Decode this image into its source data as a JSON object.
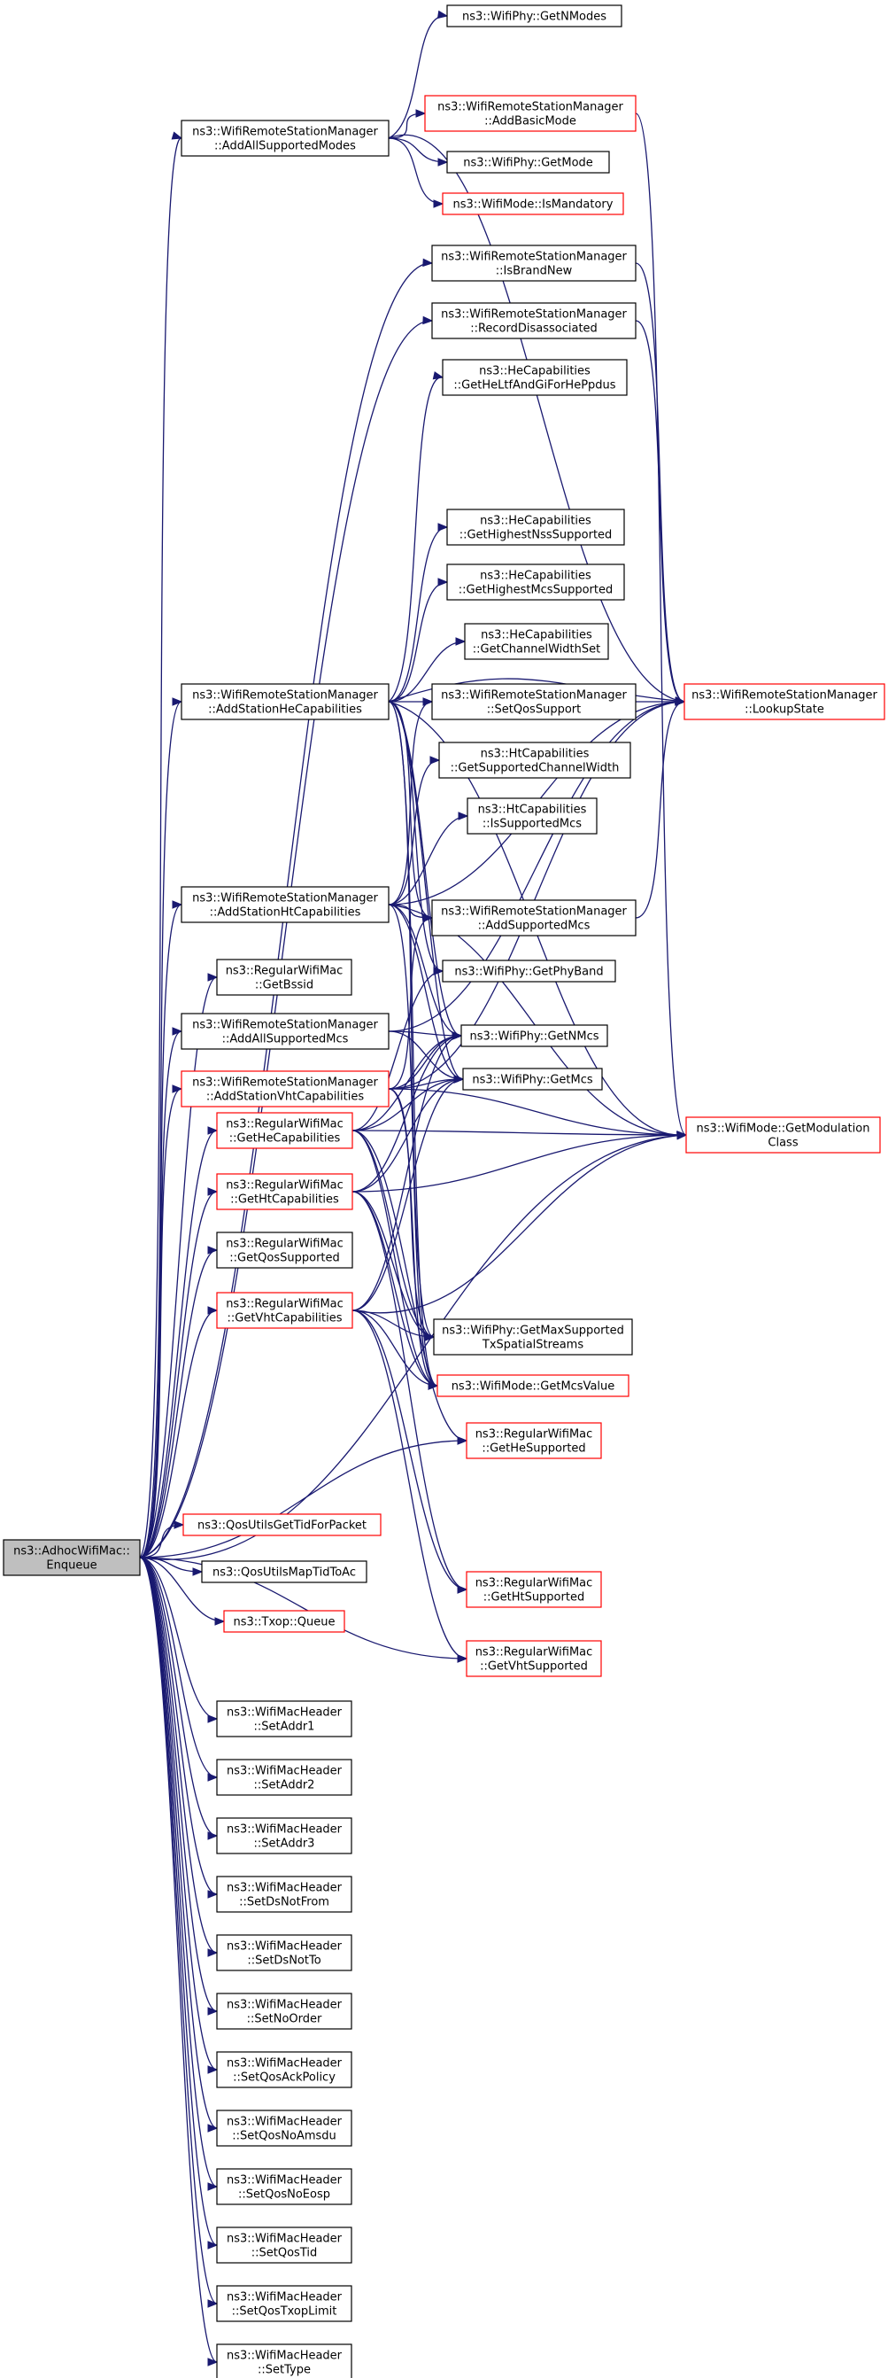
{
  "diagram": {
    "root": {
      "lines": [
        "ns3::AdhocWifiMac::",
        "Enqueue"
      ]
    },
    "nodes": [
      {
        "id": "getnmodes",
        "lines": [
          "ns3::WifiPhy::GetNModes"
        ],
        "border": "black"
      },
      {
        "id": "addbasicmode",
        "lines": [
          "ns3::WifiRemoteStationManager",
          "::AddBasicMode"
        ],
        "border": "red"
      },
      {
        "id": "addallsupportedmodes",
        "lines": [
          "ns3::WifiRemoteStationManager",
          "::AddAllSupportedModes"
        ],
        "border": "black"
      },
      {
        "id": "getmode",
        "lines": [
          "ns3::WifiPhy::GetMode"
        ],
        "border": "black"
      },
      {
        "id": "ismandatory",
        "lines": [
          "ns3::WifiMode::IsMandatory"
        ],
        "border": "red"
      },
      {
        "id": "isbrandnew",
        "lines": [
          "ns3::WifiRemoteStationManager",
          "::IsBrandNew"
        ],
        "border": "black"
      },
      {
        "id": "recorddisassociated",
        "lines": [
          "ns3::WifiRemoteStationManager",
          "::RecordDisassociated"
        ],
        "border": "black"
      },
      {
        "id": "getheltf",
        "lines": [
          "ns3::HeCapabilities",
          "::GetHeLtfAndGiForHePpdus"
        ],
        "border": "black"
      },
      {
        "id": "gethighestnss",
        "lines": [
          "ns3::HeCapabilities",
          "::GetHighestNssSupported"
        ],
        "border": "black"
      },
      {
        "id": "gethighestmcs",
        "lines": [
          "ns3::HeCapabilities",
          "::GetHighestMcsSupported"
        ],
        "border": "black"
      },
      {
        "id": "getchannelwidthset",
        "lines": [
          "ns3::HeCapabilities",
          "::GetChannelWidthSet"
        ],
        "border": "black"
      },
      {
        "id": "addstationhe",
        "lines": [
          "ns3::WifiRemoteStationManager",
          "::AddStationHeCapabilities"
        ],
        "border": "black"
      },
      {
        "id": "setqossupport",
        "lines": [
          "ns3::WifiRemoteStationManager",
          "::SetQosSupport"
        ],
        "border": "black"
      },
      {
        "id": "lookupstate",
        "lines": [
          "ns3::WifiRemoteStationManager",
          "::LookupState"
        ],
        "border": "red"
      },
      {
        "id": "getsupportedchannelwidth",
        "lines": [
          "ns3::HtCapabilities",
          "::GetSupportedChannelWidth"
        ],
        "border": "black"
      },
      {
        "id": "issupportedmcs",
        "lines": [
          "ns3::HtCapabilities",
          "::IsSupportedMcs"
        ],
        "border": "black"
      },
      {
        "id": "addstationht",
        "lines": [
          "ns3::WifiRemoteStationManager",
          "::AddStationHtCapabilities"
        ],
        "border": "black"
      },
      {
        "id": "addsupportedmcs",
        "lines": [
          "ns3::WifiRemoteStationManager",
          "::AddSupportedMcs"
        ],
        "border": "black"
      },
      {
        "id": "getbssid",
        "lines": [
          "ns3::RegularWifiMac",
          "::GetBssid"
        ],
        "border": "black"
      },
      {
        "id": "getphyband",
        "lines": [
          "ns3::WifiPhy::GetPhyBand"
        ],
        "border": "black"
      },
      {
        "id": "addallsupportedmcs",
        "lines": [
          "ns3::WifiRemoteStationManager",
          "::AddAllSupportedMcs"
        ],
        "border": "black"
      },
      {
        "id": "getnmcs",
        "lines": [
          "ns3::WifiPhy::GetNMcs"
        ],
        "border": "black"
      },
      {
        "id": "addstationvht",
        "lines": [
          "ns3::WifiRemoteStationManager",
          "::AddStationVhtCapabilities"
        ],
        "border": "red"
      },
      {
        "id": "getmcs",
        "lines": [
          "ns3::WifiPhy::GetMcs"
        ],
        "border": "black"
      },
      {
        "id": "gethecap",
        "lines": [
          "ns3::RegularWifiMac",
          "::GetHeCapabilities"
        ],
        "border": "red"
      },
      {
        "id": "getmodulationclass",
        "lines": [
          "ns3::WifiMode::GetModulation",
          "Class"
        ],
        "border": "red"
      },
      {
        "id": "gethtcap",
        "lines": [
          "ns3::RegularWifiMac",
          "::GetHtCapabilities"
        ],
        "border": "red"
      },
      {
        "id": "getqossupported",
        "lines": [
          "ns3::RegularWifiMac",
          "::GetQosSupported"
        ],
        "border": "black"
      },
      {
        "id": "getmaxsupported",
        "lines": [
          "ns3::WifiPhy::GetMaxSupported",
          "TxSpatialStreams"
        ],
        "border": "black"
      },
      {
        "id": "getvhtcap",
        "lines": [
          "ns3::RegularWifiMac",
          "::GetVhtCapabilities"
        ],
        "border": "red"
      },
      {
        "id": "getmcsvalue",
        "lines": [
          "ns3::WifiMode::GetMcsValue"
        ],
        "border": "red"
      },
      {
        "id": "gethesupported",
        "lines": [
          "ns3::RegularWifiMac",
          "::GetHeSupported"
        ],
        "border": "red"
      },
      {
        "id": "qosutilsgettid",
        "lines": [
          "ns3::QosUtilsGetTidForPacket"
        ],
        "border": "red"
      },
      {
        "id": "qosutilsmaptid",
        "lines": [
          "ns3::QosUtilsMapTidToAc"
        ],
        "border": "black"
      },
      {
        "id": "gethtsupported",
        "lines": [
          "ns3::RegularWifiMac",
          "::GetHtSupported"
        ],
        "border": "red"
      },
      {
        "id": "txopqueue",
        "lines": [
          "ns3::Txop::Queue"
        ],
        "border": "red"
      },
      {
        "id": "getvhtsupported",
        "lines": [
          "ns3::RegularWifiMac",
          "::GetVhtSupported"
        ],
        "border": "red"
      },
      {
        "id": "setaddr1",
        "lines": [
          "ns3::WifiMacHeader",
          "::SetAddr1"
        ],
        "border": "black"
      },
      {
        "id": "setaddr2",
        "lines": [
          "ns3::WifiMacHeader",
          "::SetAddr2"
        ],
        "border": "black"
      },
      {
        "id": "setaddr3",
        "lines": [
          "ns3::WifiMacHeader",
          "::SetAddr3"
        ],
        "border": "black"
      },
      {
        "id": "setdsnotfrom",
        "lines": [
          "ns3::WifiMacHeader",
          "::SetDsNotFrom"
        ],
        "border": "black"
      },
      {
        "id": "setdsnotto",
        "lines": [
          "ns3::WifiMacHeader",
          "::SetDsNotTo"
        ],
        "border": "black"
      },
      {
        "id": "setnoorder",
        "lines": [
          "ns3::WifiMacHeader",
          "::SetNoOrder"
        ],
        "border": "black"
      },
      {
        "id": "setqosackpolicy",
        "lines": [
          "ns3::WifiMacHeader",
          "::SetQosAckPolicy"
        ],
        "border": "black"
      },
      {
        "id": "setqosnoamsdu",
        "lines": [
          "ns3::WifiMacHeader",
          "::SetQosNoAmsdu"
        ],
        "border": "black"
      },
      {
        "id": "setqosnoeosp",
        "lines": [
          "ns3::WifiMacHeader",
          "::SetQosNoEosp"
        ],
        "border": "black"
      },
      {
        "id": "setqostid",
        "lines": [
          "ns3::WifiMacHeader",
          "::SetQosTid"
        ],
        "border": "black"
      },
      {
        "id": "setqostxoplimit",
        "lines": [
          "ns3::WifiMacHeader",
          "::SetQosTxopLimit"
        ],
        "border": "black"
      },
      {
        "id": "settype",
        "lines": [
          "ns3::WifiMacHeader",
          "::SetType"
        ],
        "border": "black"
      }
    ],
    "edges": [
      [
        "root",
        "addallsupportedmodes"
      ],
      [
        "root",
        "isbrandnew"
      ],
      [
        "root",
        "recorddisassociated"
      ],
      [
        "root",
        "addstationhe"
      ],
      [
        "root",
        "addstationht"
      ],
      [
        "root",
        "getbssid"
      ],
      [
        "root",
        "addallsupportedmcs"
      ],
      [
        "root",
        "addstationvht"
      ],
      [
        "root",
        "gethecap"
      ],
      [
        "root",
        "gethtcap"
      ],
      [
        "root",
        "getqossupported"
      ],
      [
        "root",
        "getvhtcap"
      ],
      [
        "root",
        "gethesupported"
      ],
      [
        "root",
        "qosutilsgettid"
      ],
      [
        "root",
        "qosutilsmaptid"
      ],
      [
        "root",
        "txopqueue"
      ],
      [
        "root",
        "getvhtsupported"
      ],
      [
        "root",
        "getmodulationclass"
      ],
      [
        "root",
        "setaddr1"
      ],
      [
        "root",
        "setaddr2"
      ],
      [
        "root",
        "setaddr3"
      ],
      [
        "root",
        "setdsnotfrom"
      ],
      [
        "root",
        "setdsnotto"
      ],
      [
        "root",
        "setnoorder"
      ],
      [
        "root",
        "setqosackpolicy"
      ],
      [
        "root",
        "setqosnoamsdu"
      ],
      [
        "root",
        "setqosnoeosp"
      ],
      [
        "root",
        "setqostid"
      ],
      [
        "root",
        "setqostxoplimit"
      ],
      [
        "root",
        "settype"
      ],
      [
        "addallsupportedmodes",
        "getnmodes"
      ],
      [
        "addallsupportedmodes",
        "addbasicmode"
      ],
      [
        "addallsupportedmodes",
        "getmode"
      ],
      [
        "addallsupportedmodes",
        "ismandatory"
      ],
      [
        "addallsupportedmodes",
        "lookupstate"
      ],
      [
        "addbasicmode",
        "getmodulationclass"
      ],
      [
        "isbrandnew",
        "lookupstate"
      ],
      [
        "recorddisassociated",
        "lookupstate"
      ],
      [
        "addstationhe",
        "getheltf"
      ],
      [
        "addstationhe",
        "gethighestnss"
      ],
      [
        "addstationhe",
        "gethighestmcs"
      ],
      [
        "addstationhe",
        "getchannelwidthset"
      ],
      [
        "addstationhe",
        "setqossupport"
      ],
      [
        "addstationhe",
        "lookupstate"
      ],
      [
        "addstationhe",
        "addsupportedmcs"
      ],
      [
        "addstationhe",
        "getphyband"
      ],
      [
        "addstationhe",
        "getnmcs"
      ],
      [
        "addstationhe",
        "getmcs"
      ],
      [
        "addstationhe",
        "getmodulationclass"
      ],
      [
        "addstationhe",
        "getmcsvalue"
      ],
      [
        "addstationhe",
        "getmaxsupported"
      ],
      [
        "setqossupport",
        "lookupstate"
      ],
      [
        "addstationht",
        "getsupportedchannelwidth"
      ],
      [
        "addstationht",
        "issupportedmcs"
      ],
      [
        "addstationht",
        "addsupportedmcs"
      ],
      [
        "addstationht",
        "lookupstate"
      ],
      [
        "addstationht",
        "getnmcs"
      ],
      [
        "addstationht",
        "getmcs"
      ],
      [
        "addstationht",
        "getmcsvalue"
      ],
      [
        "addstationht",
        "getmodulationclass"
      ],
      [
        "addstationht",
        "setqossupport"
      ],
      [
        "addsupportedmcs",
        "lookupstate"
      ],
      [
        "addallsupportedmcs",
        "getnmcs"
      ],
      [
        "addallsupportedmcs",
        "getmcs"
      ],
      [
        "addallsupportedmcs",
        "lookupstate"
      ],
      [
        "addstationvht",
        "getnmcs"
      ],
      [
        "addstationvht",
        "getmcs"
      ],
      [
        "addstationvht",
        "getmodulationclass"
      ],
      [
        "addstationvht",
        "getmcsvalue"
      ],
      [
        "addstationvht",
        "addsupportedmcs"
      ],
      [
        "addstationvht",
        "lookupstate"
      ],
      [
        "addstationvht",
        "getmaxsupported"
      ],
      [
        "gethecap",
        "getphyband"
      ],
      [
        "gethecap",
        "getnmcs"
      ],
      [
        "gethecap",
        "getmcs"
      ],
      [
        "gethecap",
        "getmodulationclass"
      ],
      [
        "gethecap",
        "getmaxsupported"
      ],
      [
        "gethecap",
        "getmcsvalue"
      ],
      [
        "gethecap",
        "gethesupported"
      ],
      [
        "gethtcap",
        "getnmcs"
      ],
      [
        "gethtcap",
        "getmcs"
      ],
      [
        "gethtcap",
        "getmaxsupported"
      ],
      [
        "gethtcap",
        "getmcsvalue"
      ],
      [
        "gethtcap",
        "gethtsupported"
      ],
      [
        "gethtcap",
        "getmodulationclass"
      ],
      [
        "getvhtcap",
        "getnmcs"
      ],
      [
        "getvhtcap",
        "getmcs"
      ],
      [
        "getvhtcap",
        "getmaxsupported"
      ],
      [
        "getvhtcap",
        "getmcsvalue"
      ],
      [
        "getvhtcap",
        "gethtsupported"
      ],
      [
        "getvhtcap",
        "getvhtsupported"
      ],
      [
        "getvhtcap",
        "getmodulationclass"
      ]
    ]
  }
}
